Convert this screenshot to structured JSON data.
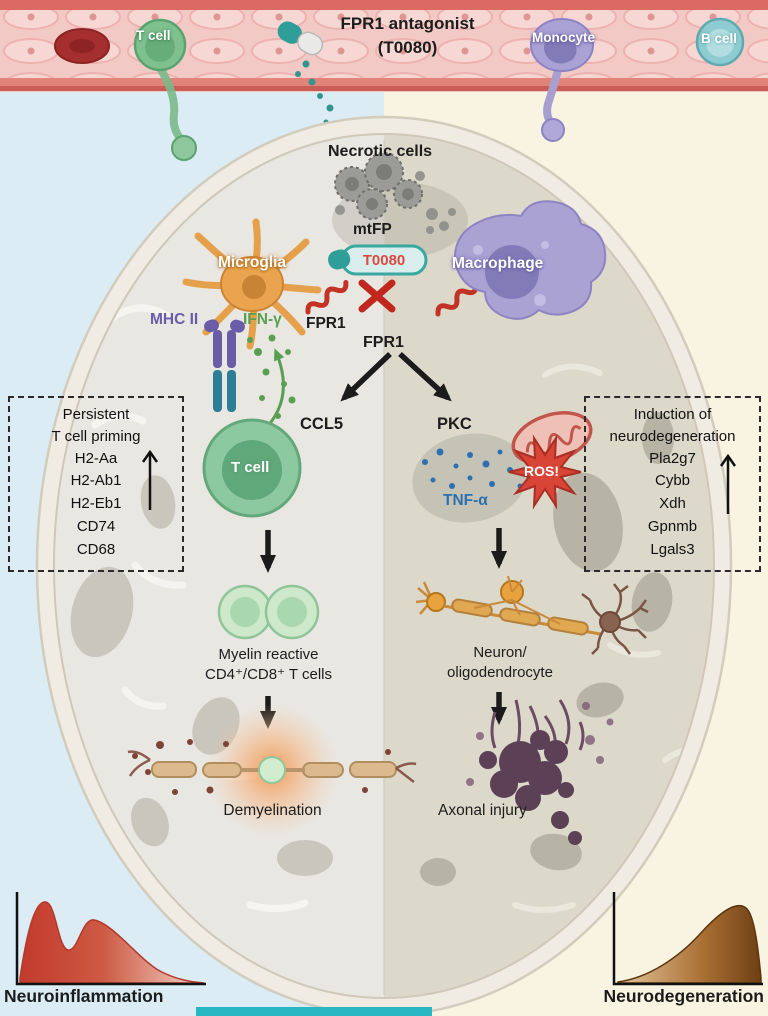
{
  "header": {
    "antagonist_line1": "FPR1 antagonist",
    "antagonist_line2": "(T0080)"
  },
  "vessel_cells": {
    "t_cell": "T cell",
    "monocyte": "Monocyte",
    "b_cell": "B cell"
  },
  "pathway": {
    "necrotic_cells": "Necrotic cells",
    "mtfp": "mtFP",
    "t0080": "T0080",
    "microglia": "Microglia",
    "macrophage": "Macrophage",
    "fpr1_receptor": "FPR1",
    "fpr1_node": "FPR1",
    "mhc_ii": "MHC II",
    "ifn_gamma": "IFN-γ",
    "ccl5": "CCL5",
    "pkc": "PKC",
    "t_cell": "T cell",
    "tnf_alpha": "TNF-α",
    "ros": "ROS!"
  },
  "left_panel": {
    "title_line1": "Persistent",
    "title_line2": "T cell priming",
    "genes": [
      "H2-Aa",
      "H2-Ab1",
      "H2-Eb1",
      "CD74",
      "CD68"
    ]
  },
  "right_panel": {
    "title_line1": "Induction of",
    "title_line2": "neurodegeneration",
    "genes": [
      "Pla2g7",
      "Cybb",
      "Xdh",
      "Gpnmb",
      "Lgals3"
    ]
  },
  "left_outcome": {
    "line1": "Myelin reactive",
    "line2": "CD4⁺/CD8⁺ T cells",
    "result": "Demyelination"
  },
  "right_outcome": {
    "line1": "Neuron/",
    "line2": "oligodendrocyte",
    "result": "Axonal injury"
  },
  "footer": {
    "left": "Neuroinflammation",
    "right": "Neurodegeneration"
  },
  "colors": {
    "inflammation_red": "#c0392b",
    "degeneration_brown": "#6e3f14",
    "teal_drug": "#2f9e98",
    "t0080_red": "#d84b40",
    "mhc_purple": "#6b5ca8",
    "ifng_green": "#5a9e52",
    "tnf_blue": "#2e6fad",
    "left_background": "#dcecf4",
    "right_background": "#f8f4e1"
  }
}
